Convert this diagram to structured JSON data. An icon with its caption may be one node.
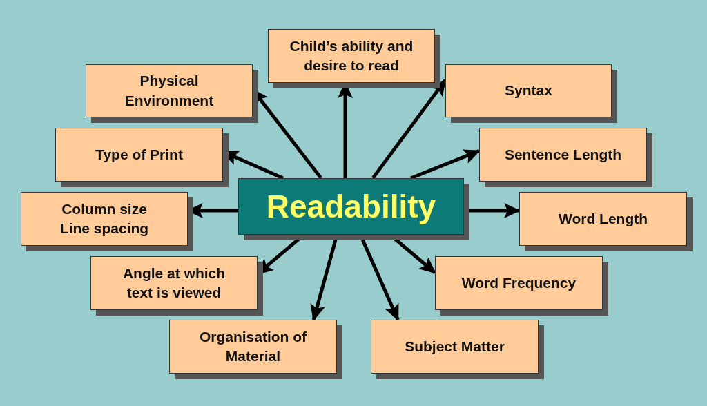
{
  "diagram": {
    "nodes": [
      {
        "text": [
          "Readability"
        ]
      },
      {
        "text": [
          "Child’s ability and desire to read"
        ]
      },
      {
        "text": [
          "Physical Environment"
        ]
      },
      {
        "text": [
          "Syntax"
        ]
      },
      {
        "text": [
          "Type of Print"
        ]
      },
      {
        "text": [
          "Sentence Length"
        ]
      },
      {
        "text": [
          "Column size Line spacing"
        ]
      },
      {
        "text": [
          "Word Length"
        ]
      },
      {
        "text": [
          "Angle at which text is viewed"
        ]
      },
      {
        "text": [
          "Word Frequency"
        ]
      },
      {
        "text": [
          "Organisation of Material"
        ]
      },
      {
        "text": [
          "Subject Matter"
        ]
      }
    ],
    "edges": [
      {
        "from": 0,
        "to": 1,
        "arrow": "to"
      },
      {
        "from": 0,
        "to": 2,
        "arrow": "to"
      },
      {
        "from": 0,
        "to": 3,
        "arrow": "to"
      },
      {
        "from": 0,
        "to": 4,
        "arrow": "to"
      },
      {
        "from": 0,
        "to": 5,
        "arrow": "to"
      },
      {
        "from": 0,
        "to": 6,
        "arrow": "to"
      },
      {
        "from": 0,
        "to": 7,
        "arrow": "to"
      },
      {
        "from": 0,
        "to": 8,
        "arrow": "to"
      },
      {
        "from": 0,
        "to": 9,
        "arrow": "to"
      },
      {
        "from": 0,
        "to": 10,
        "arrow": "to"
      },
      {
        "from": 0,
        "to": 11,
        "arrow": "to"
      }
    ]
  }
}
